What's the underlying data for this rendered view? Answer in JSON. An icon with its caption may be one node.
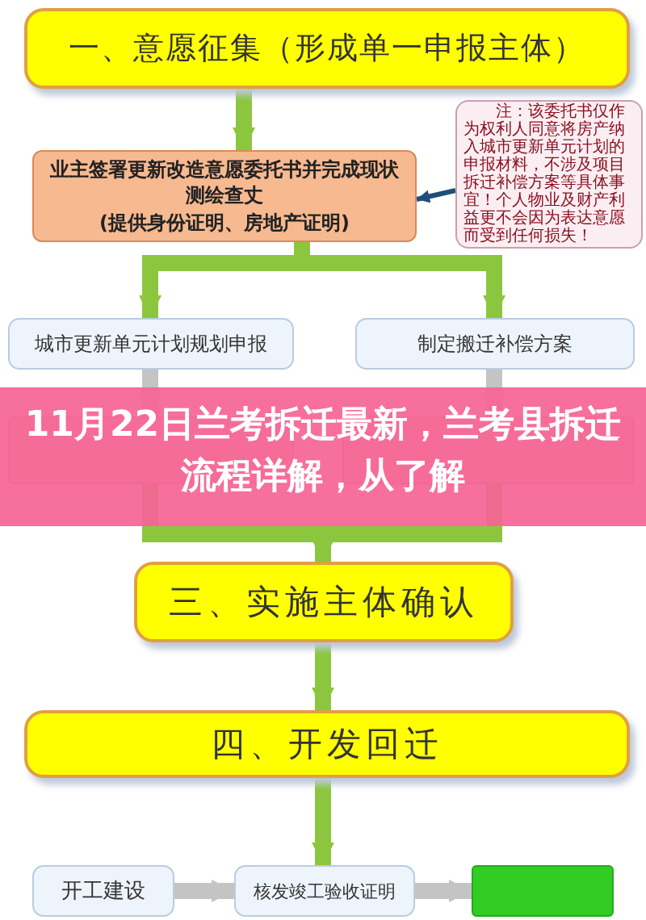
{
  "diagram": {
    "title": "11月22日兰考拆迁最新，兰考县拆迁流程详解，从了解",
    "nodes": [
      {
        "text": [
          "一、意愿征集（形成单一申报主体）"
        ]
      },
      {
        "text": [
          "业主签署更新改造意愿委托书并完成现状测绘查丈",
          "(提供身份证明、房地产证明)"
        ]
      },
      {
        "text": [
          "注：该委托书仅作为权利人同意将房产纳入城市更新单元计划的申报材料，不涉及项目拆迁补偿方案等具体事宜！个人物业及财产利益更不会因为表达意愿而受到任何损失！"
        ]
      },
      {
        "text": [
          "城市更新单元计划规划申报"
        ]
      },
      {
        "text": [
          "制定搬迁补偿方案"
        ]
      },
      {
        "text": [],
        "shape": "box"
      },
      {
        "text": [],
        "shape": "box"
      },
      {
        "text": [
          "三、实施主体确认"
        ]
      },
      {
        "text": [
          "四、开发回迁"
        ]
      },
      {
        "text": [
          "开工建设"
        ]
      },
      {
        "text": [
          "核发竣工验收证明"
        ]
      },
      {
        "text": [],
        "shape": "box"
      }
    ],
    "edges": [
      {
        "from": 0,
        "to": 1,
        "arrow": "to"
      },
      {
        "from": 2,
        "to": 1,
        "arrow": "to",
        "color": "#1f4e79"
      },
      {
        "from": 1,
        "to": 3,
        "arrow": "to"
      },
      {
        "from": 1,
        "to": 4,
        "arrow": "to"
      },
      {
        "from": 3,
        "to": 5,
        "arrow": "to",
        "color": "#c4c4c4"
      },
      {
        "from": 4,
        "to": 6,
        "arrow": "to",
        "color": "#c4c4c4"
      },
      {
        "from": 5,
        "to": 7,
        "arrow": "to"
      },
      {
        "from": 6,
        "to": 7,
        "arrow": "to"
      },
      {
        "from": 7,
        "to": 8,
        "arrow": "to"
      },
      {
        "from": 8,
        "to": 10,
        "arrow": "to"
      },
      {
        "from": 9,
        "to": 10,
        "arrow": "to",
        "color": "#c4c4c4"
      },
      {
        "from": 10,
        "to": 11,
        "arrow": "to",
        "color": "#c4c4c4"
      }
    ]
  }
}
